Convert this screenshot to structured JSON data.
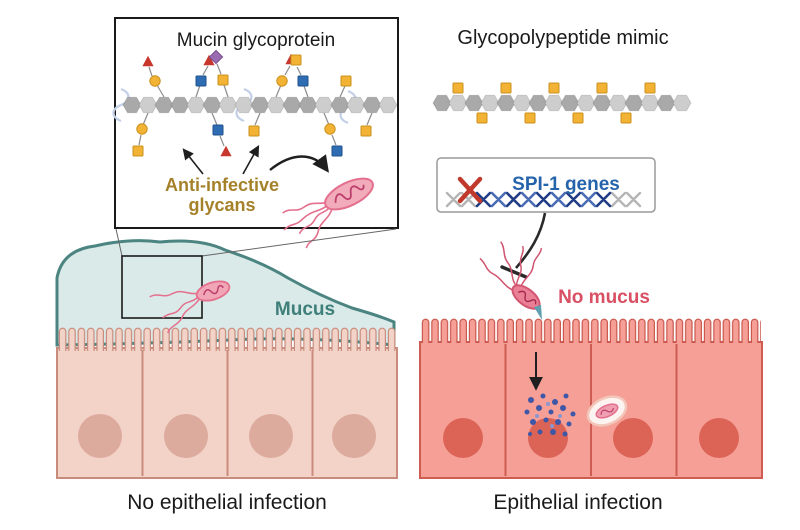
{
  "figure": {
    "mucin_panel": {
      "title": "Mucin glycoprotein",
      "glycan_label_line1": "Anti-infective",
      "glycan_label_line2": "glycans"
    },
    "mimic_panel": {
      "title": "Glycopolypeptide mimic"
    },
    "gene_panel": {
      "label": "SPI-1 genes"
    },
    "healthy_panel": {
      "mucus_label": "Mucus",
      "caption": "No epithelial infection"
    },
    "infected_panel": {
      "no_mucus_label": "No mucus",
      "caption": "Epithelial infection"
    },
    "colors": {
      "text_black": "#1a1a1a",
      "mucus_teal": "#3f7f7a",
      "infection_red": "#d94f63",
      "gene_blue": "#2563ab",
      "inhibit_x_red": "#c0392b",
      "glycan_gold": "#a5812a",
      "bacterium_pink": "#f0a6b6"
    }
  }
}
